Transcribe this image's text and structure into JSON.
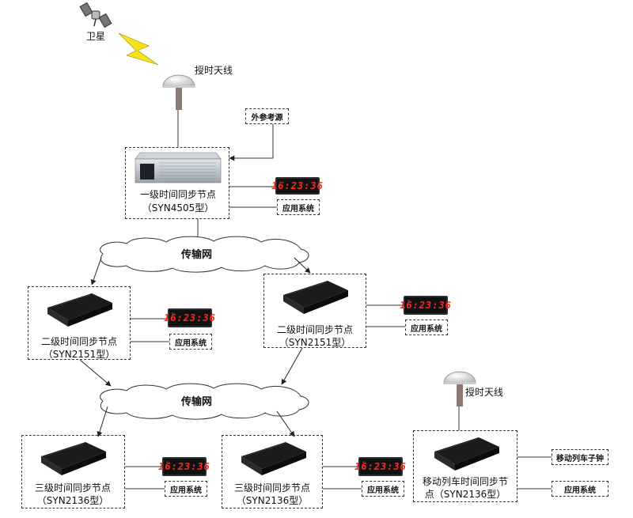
{
  "satellite": {
    "label": "卫星",
    "icon": "satellite-icon"
  },
  "antenna_top": {
    "label": "授时天线",
    "icon": "gps-antenna-icon"
  },
  "antenna_mobile": {
    "label": "授时天线",
    "icon": "gps-antenna-icon"
  },
  "external_ref": {
    "label": "外参考源"
  },
  "clock_time": "16:23:36",
  "level1": {
    "line1": "一级时间同步节点",
    "line2": "（SYN4505型）",
    "app": "应用系统"
  },
  "network1": {
    "label": "传输网",
    "icon": "cloud-icon"
  },
  "network2": {
    "label": "传输网",
    "icon": "cloud-icon"
  },
  "level2_left": {
    "line1": "二级时间同步节点",
    "line2": "（SYN2151型）",
    "app": "应用系统"
  },
  "level2_right": {
    "line1": "二级时间同步节点",
    "line2": "（SYN2151型）",
    "app": "应用系统"
  },
  "level3_left": {
    "line1": "三级时间同步节点",
    "line2": "（SYN2136型）",
    "app": "应用系统"
  },
  "level3_mid": {
    "line1": "三级时间同步节点",
    "line2": "（SYN2136型）",
    "app": "应用系统"
  },
  "mobile": {
    "line1": "移动列车时间同步节",
    "line2": "点（SYN2136型）",
    "app": "应用系统",
    "child_clock": "移动列车子钟"
  },
  "colors": {
    "clock_digits": "#ff2a1a",
    "lightning": "#f5e21a",
    "device_dark": "#1b1b1b"
  }
}
